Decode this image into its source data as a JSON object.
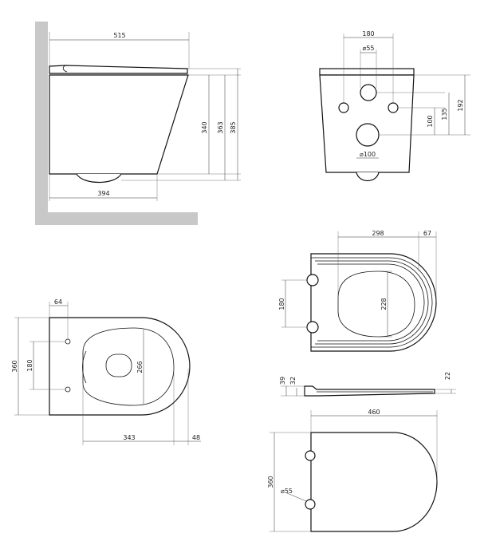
{
  "side_view": {
    "dims": {
      "length": "515",
      "bowl_depth": "394",
      "h1": "340",
      "h2": "363",
      "h3": "385"
    }
  },
  "rear_view": {
    "dims": {
      "fix_spacing": "180",
      "inlet_dia": "⌀55",
      "outlet_dia": "⌀100",
      "v1": "100",
      "v2": "135",
      "v3": "192"
    }
  },
  "top_view": {
    "dims": {
      "offset": "64",
      "width": "360",
      "fix_spacing": "180",
      "opening": "266",
      "depth": "343",
      "overhang": "48"
    }
  },
  "seat_view": {
    "dims": {
      "length": "298",
      "hinge": "67",
      "inner": "228",
      "hinge_spacing": "180"
    }
  },
  "seat_profile": {
    "dims": {
      "h1": "39",
      "h2": "32",
      "h3": "22"
    }
  },
  "seat_top": {
    "dims": {
      "length": "460",
      "width": "360",
      "hinge_dia": "⌀55"
    }
  }
}
